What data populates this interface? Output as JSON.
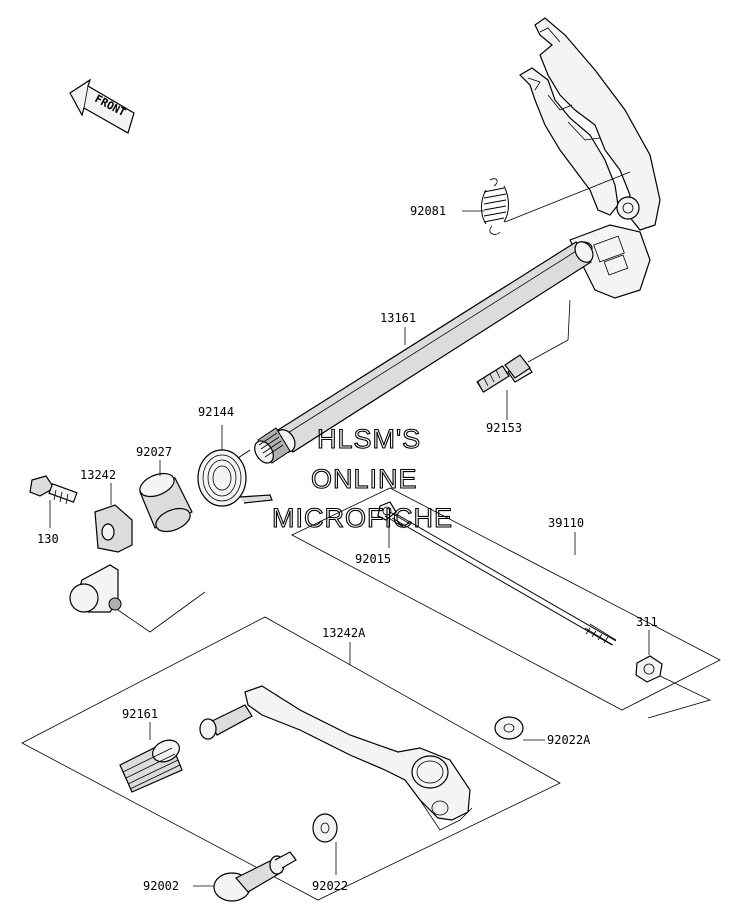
{
  "front_marker": {
    "text": "FRONT"
  },
  "watermark": {
    "line1": "HLSM'S",
    "line2": "ONLINE",
    "line3": "MICROFICHE"
  },
  "parts": [
    {
      "key": "92081",
      "label": "92081"
    },
    {
      "key": "13161",
      "label": "13161"
    },
    {
      "key": "92153",
      "label": "92153"
    },
    {
      "key": "92144",
      "label": "92144"
    },
    {
      "key": "92027",
      "label": "92027"
    },
    {
      "key": "13242",
      "label": "13242"
    },
    {
      "key": "130",
      "label": "130"
    },
    {
      "key": "92015",
      "label": "92015"
    },
    {
      "key": "39110",
      "label": "39110"
    },
    {
      "key": "311",
      "label": "311"
    },
    {
      "key": "13242A",
      "label": "13242A"
    },
    {
      "key": "92161",
      "label": "92161"
    },
    {
      "key": "92022A",
      "label": "92022A"
    },
    {
      "key": "92002",
      "label": "92002"
    },
    {
      "key": "92022",
      "label": "92022"
    }
  ]
}
